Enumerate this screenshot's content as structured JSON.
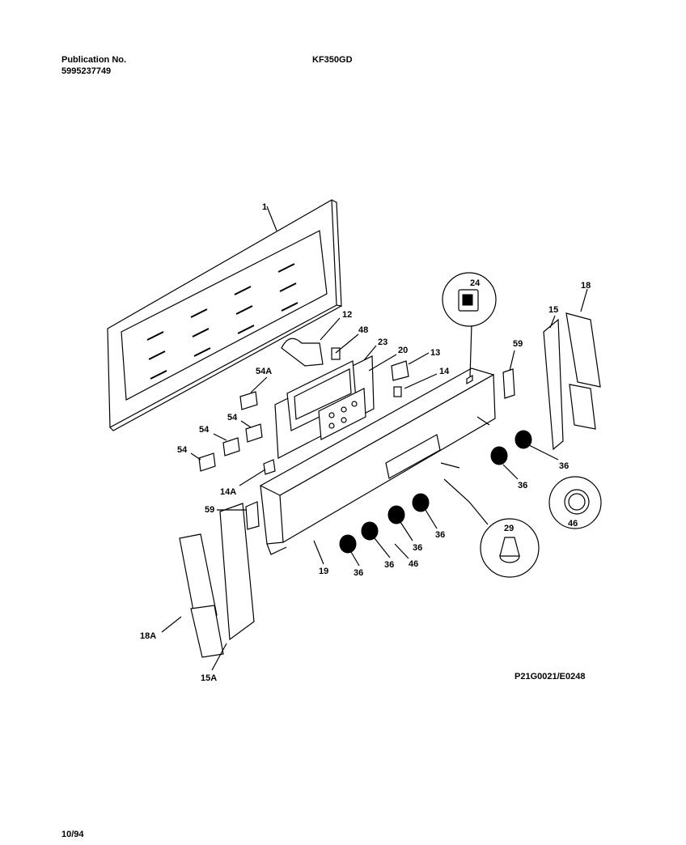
{
  "header": {
    "publication_label": "Publication No.",
    "publication_number": "5995237749",
    "model": "KF350GD"
  },
  "footer": {
    "drawing_code": "P21G0021/E0248",
    "date": "10/94"
  },
  "callouts": {
    "c1": "1",
    "c12": "12",
    "c48": "48",
    "c23": "23",
    "c20": "20",
    "c13": "13",
    "c14": "14",
    "c24": "24",
    "c59a": "59",
    "c15": "15",
    "c18": "18",
    "c54A": "54A",
    "c54a": "54",
    "c54b": "54",
    "c54c": "54",
    "c14A": "14A",
    "c59b": "59",
    "c36a": "36",
    "c36b": "36",
    "c36c": "36",
    "c36d": "36",
    "c36e": "36",
    "c36f": "36",
    "c46a": "46",
    "c46b": "46",
    "c29": "29",
    "c19": "19",
    "c18A": "18A",
    "c15A": "15A"
  }
}
